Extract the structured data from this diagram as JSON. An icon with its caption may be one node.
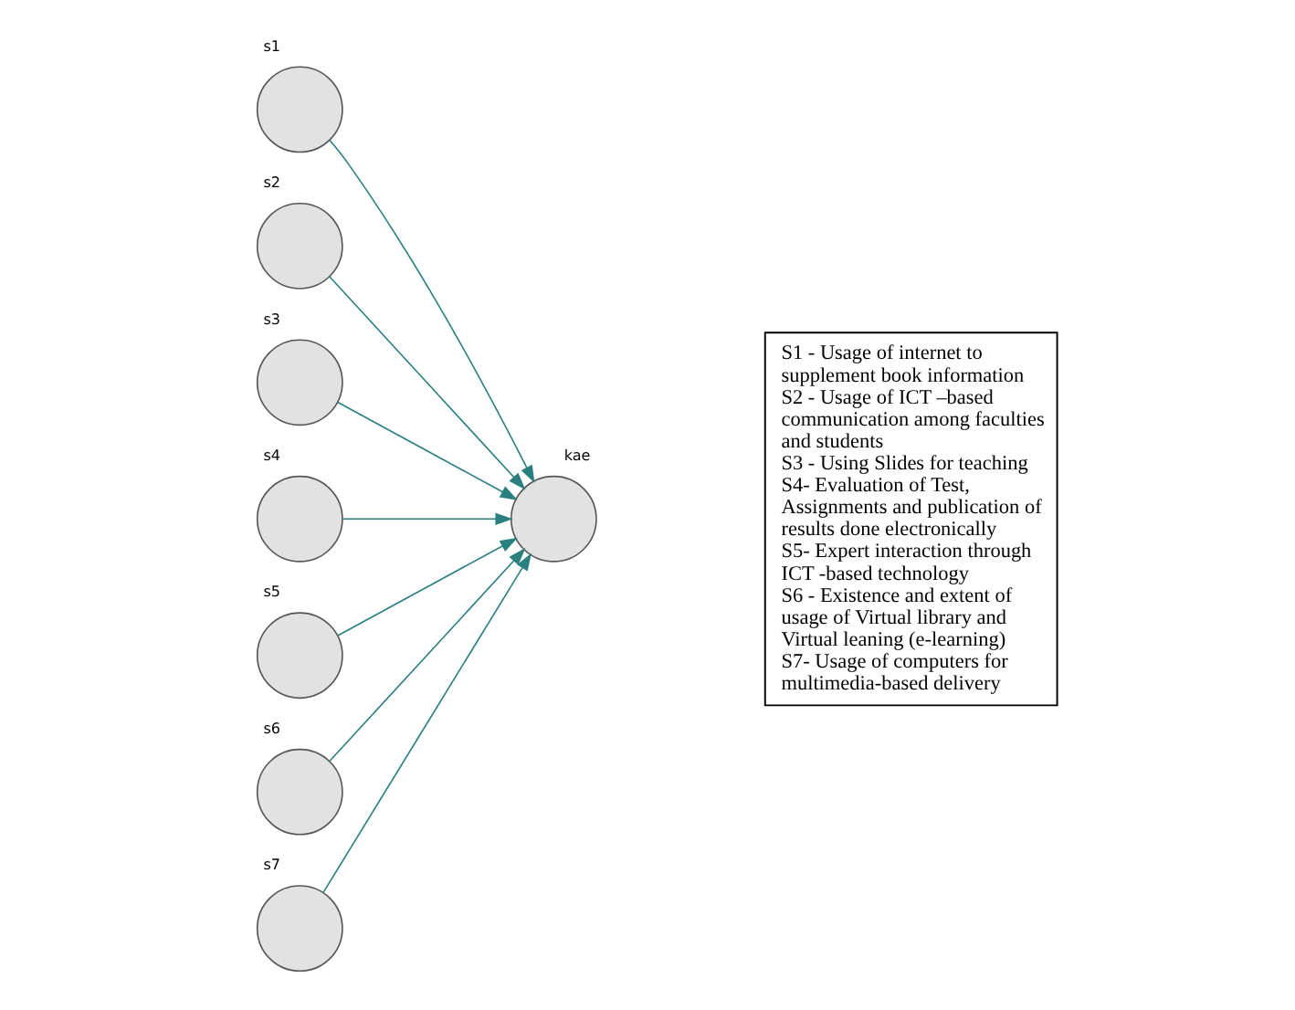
{
  "diagram": {
    "nodes": [
      {
        "text": [],
        "shape": "circle",
        "beside": [
          "s1"
        ]
      },
      {
        "text": [],
        "shape": "circle",
        "beside": [
          "s2"
        ]
      },
      {
        "text": [],
        "shape": "circle",
        "beside": [
          "s3"
        ]
      },
      {
        "text": [],
        "shape": "circle",
        "beside": [
          "s4"
        ]
      },
      {
        "text": [],
        "shape": "circle",
        "beside": [
          "s5"
        ]
      },
      {
        "text": [],
        "shape": "circle",
        "beside": [
          "s6"
        ]
      },
      {
        "text": [],
        "shape": "circle",
        "beside": [
          "s7"
        ]
      },
      {
        "text": [],
        "shape": "circle",
        "beside": [
          "kae"
        ]
      },
      {
        "text": [
          "S1 - Usage of internet to supplement book information",
          "S2 - Usage of ICT –based communication among faculties and students",
          "S3 - Using Slides for teaching",
          "S4- Evaluation of Test, Assignments and publication of results done electronically",
          "S5- Expert interaction through ICT -based technology",
          "S6 - Existence and extent of usage of Virtual library and Virtual leaning (e-learning)",
          "S7- Usage of computers for multimedia-based delivery"
        ]
      }
    ],
    "edges": [
      {
        "from": 0,
        "to": 7,
        "arrow": "to"
      },
      {
        "from": 1,
        "to": 7,
        "arrow": "to"
      },
      {
        "from": 2,
        "to": 7,
        "arrow": "to"
      },
      {
        "from": 3,
        "to": 7,
        "arrow": "to"
      },
      {
        "from": 4,
        "to": 7,
        "arrow": "to"
      },
      {
        "from": 5,
        "to": 7,
        "arrow": "to"
      },
      {
        "from": 6,
        "to": 7,
        "arrow": "to"
      }
    ]
  }
}
